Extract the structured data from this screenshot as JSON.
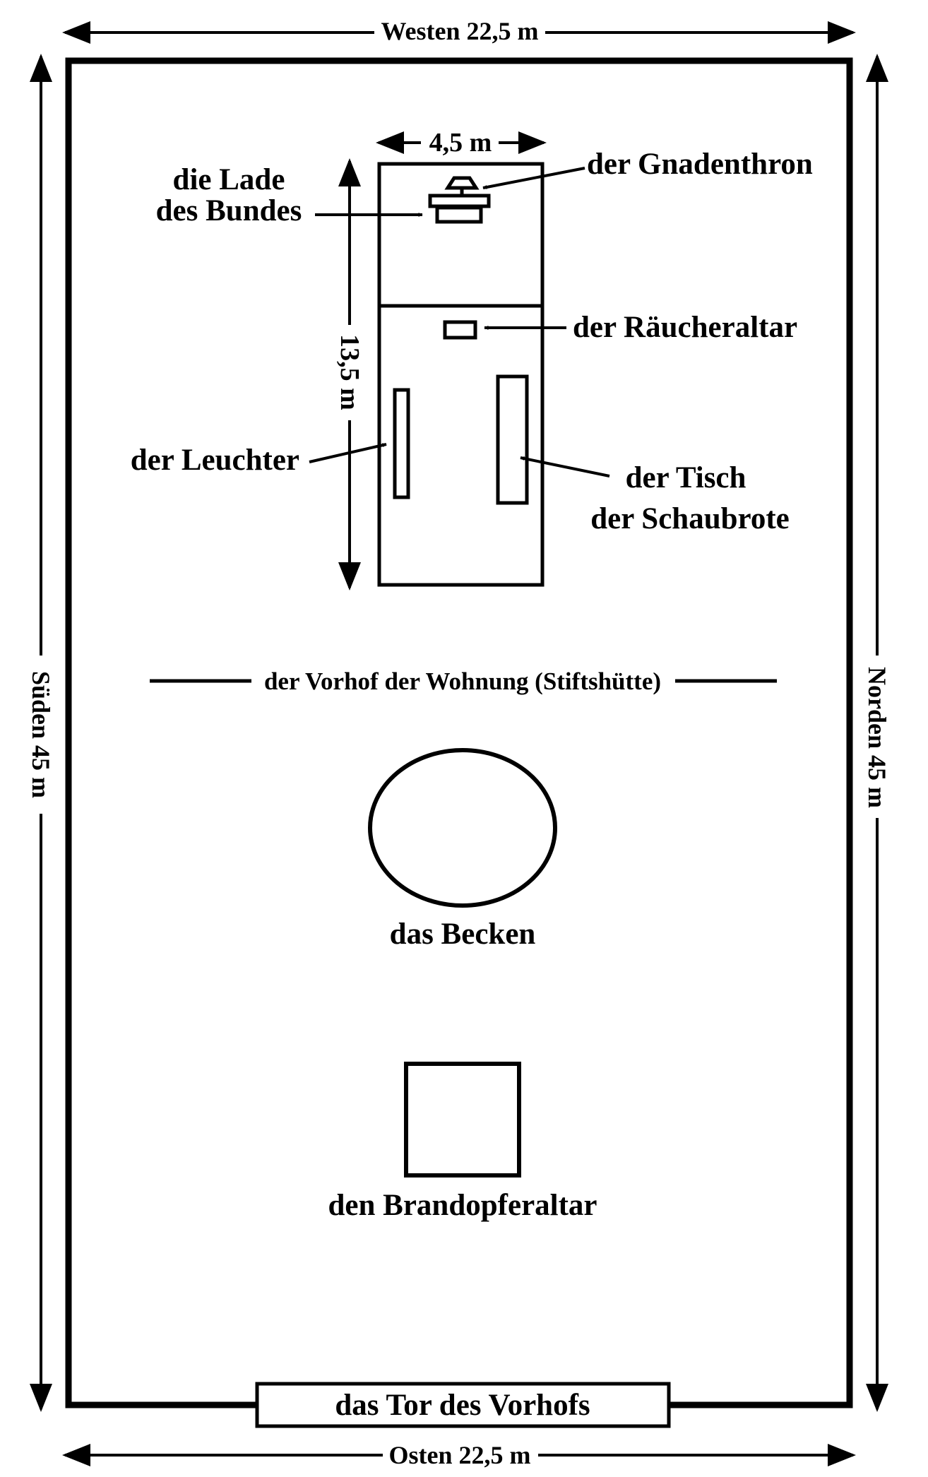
{
  "dimensions": {
    "west": "Westen 22,5 m",
    "east": "Osten 22,5 m",
    "south": "Süden 45 m",
    "north": "Norden 45 m",
    "tabernacle_width": "4,5 m",
    "tabernacle_length": "13,5 m"
  },
  "labels": {
    "mercy_seat": "der Gnadenthron",
    "ark_line1": "die Lade",
    "ark_line2": "des Bundes",
    "incense_altar": "der Räucheraltar",
    "lampstand": "der Leuchter",
    "table_line1": "der Tisch",
    "table_line2": "der Schaubrote",
    "court": "der Vorhof der Wohnung (Stiftshütte)",
    "basin": "das Becken",
    "burnt_offering_altar": "den Brandopferaltar",
    "gate": "das Tor des Vorhofs"
  }
}
